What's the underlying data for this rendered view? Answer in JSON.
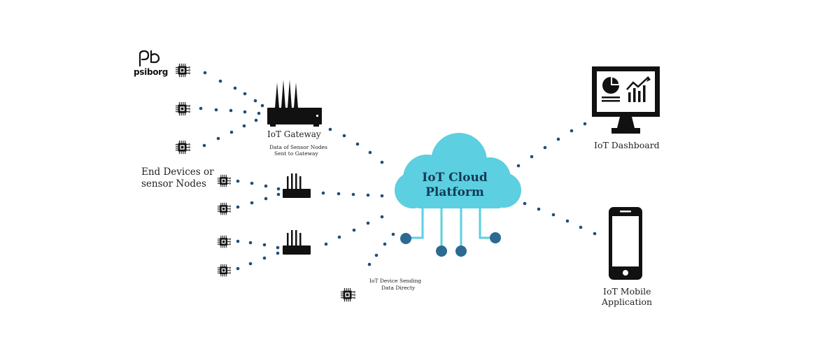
{
  "brand": {
    "name": "psiborg"
  },
  "cloud": {
    "line1": "IoT Cloud",
    "line2": "Platform",
    "fill": "#5ccfe0"
  },
  "labels": {
    "end_devices_1": "End Devices or",
    "end_devices_2": "sensor Nodes",
    "gateway_title": "IoT Gateway",
    "gateway_desc_1": "Data of Sensor Nodes",
    "gateway_desc_2": "Sent to Gateway",
    "direct_1": "IoT Device Sending",
    "direct_2": "Data Directy",
    "dashboard": "IoT Dashboard",
    "mobile_1": "IoT Mobile",
    "mobile_2": "Application"
  },
  "colors": {
    "dot": "#1f4e79",
    "node": "#2c6a93",
    "device": "#111111",
    "background": "#ffffff"
  },
  "icons": [
    "chip-icon",
    "router-icon",
    "monitor-icon",
    "smartphone-icon",
    "cloud-icon"
  ]
}
